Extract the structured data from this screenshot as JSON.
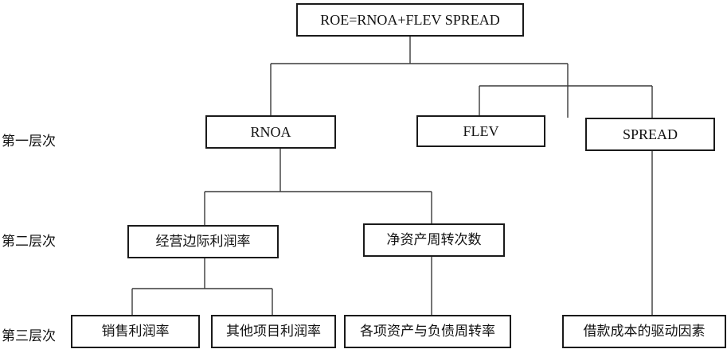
{
  "levels": {
    "first": "第一层次",
    "second": "第二层次",
    "third": "第三层次"
  },
  "nodes": {
    "root": "ROE=RNOA+FLEV SPREAD",
    "rnoa": "RNOA",
    "flev": "FLEV",
    "spread": "SPREAD",
    "operating_margin": "经营边际利润率",
    "asset_turnover": "净资产周转次数",
    "sales_margin": "销售利润率",
    "other_items_margin": "其他项目利润率",
    "asset_liability_turnover": "各项资产与负债周转率",
    "borrowing_cost_drivers": "借款成本的驱动因素"
  },
  "colors": {
    "line": "#3a3a3a",
    "box_border": "#1a1a1a",
    "background": "#ffffff"
  }
}
